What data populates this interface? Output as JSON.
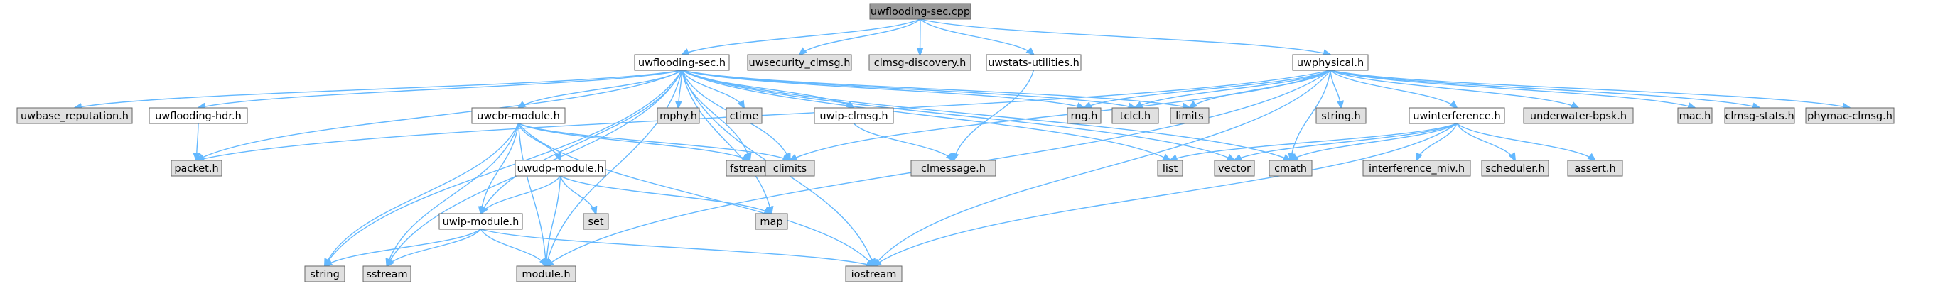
{
  "graph": {
    "colors": {
      "root_fill": "#999999",
      "documented_fill": "#ffffff",
      "external_fill": "#e0e0e0",
      "border": "#666666",
      "edge": "#63b8ff"
    },
    "nodes": [
      {
        "id": "root",
        "label": "uwflooding-sec.cpp",
        "kind": "root"
      },
      {
        "id": "sech",
        "label": "uwflooding-sec.h",
        "kind": "documented"
      },
      {
        "id": "uwsecurity",
        "label": "uwsecurity_clmsg.h",
        "kind": "external"
      },
      {
        "id": "clmsgdisc",
        "label": "clmsg-discovery.h",
        "kind": "external"
      },
      {
        "id": "uwstats",
        "label": "uwstats-utilities.h",
        "kind": "documented"
      },
      {
        "id": "uwphysical",
        "label": "uwphysical.h",
        "kind": "documented"
      },
      {
        "id": "uwbaserep",
        "label": "uwbase_reputation.h",
        "kind": "external"
      },
      {
        "id": "floodhdr",
        "label": "uwflooding-hdr.h",
        "kind": "documented"
      },
      {
        "id": "uwcbr",
        "label": "uwcbr-module.h",
        "kind": "documented"
      },
      {
        "id": "mphy",
        "label": "mphy.h",
        "kind": "external"
      },
      {
        "id": "ctime",
        "label": "ctime",
        "kind": "external"
      },
      {
        "id": "uwipclmsg",
        "label": "uwip-clmsg.h",
        "kind": "documented"
      },
      {
        "id": "rng",
        "label": "rng.h",
        "kind": "external"
      },
      {
        "id": "tclcl",
        "label": "tclcl.h",
        "kind": "external"
      },
      {
        "id": "limits",
        "label": "limits",
        "kind": "external"
      },
      {
        "id": "stringh",
        "label": "string.h",
        "kind": "external"
      },
      {
        "id": "uwinterf",
        "label": "uwinterference.h",
        "kind": "documented"
      },
      {
        "id": "uwbpsk",
        "label": "underwater-bpsk.h",
        "kind": "external"
      },
      {
        "id": "mach",
        "label": "mac.h",
        "kind": "external"
      },
      {
        "id": "clmsgstats",
        "label": "clmsg-stats.h",
        "kind": "external"
      },
      {
        "id": "phymac",
        "label": "phymac-clmsg.h",
        "kind": "external"
      },
      {
        "id": "packeth",
        "label": "packet.h",
        "kind": "external"
      },
      {
        "id": "uwudp",
        "label": "uwudp-module.h",
        "kind": "documented"
      },
      {
        "id": "fstream",
        "label": "fstream",
        "kind": "external"
      },
      {
        "id": "climits",
        "label": "climits",
        "kind": "external"
      },
      {
        "id": "clmessage",
        "label": "clmessage.h",
        "kind": "external"
      },
      {
        "id": "list",
        "label": "list",
        "kind": "external"
      },
      {
        "id": "vector",
        "label": "vector",
        "kind": "external"
      },
      {
        "id": "cmath",
        "label": "cmath",
        "kind": "external"
      },
      {
        "id": "interfmiv",
        "label": "interference_miv.h",
        "kind": "external"
      },
      {
        "id": "scheduler",
        "label": "scheduler.h",
        "kind": "external"
      },
      {
        "id": "asserth",
        "label": "assert.h",
        "kind": "external"
      },
      {
        "id": "set",
        "label": "set",
        "kind": "external"
      },
      {
        "id": "map",
        "label": "map",
        "kind": "external"
      },
      {
        "id": "uwipmod",
        "label": "uwip-module.h",
        "kind": "documented"
      },
      {
        "id": "string",
        "label": "string",
        "kind": "external"
      },
      {
        "id": "sstream",
        "label": "sstream",
        "kind": "external"
      },
      {
        "id": "moduleh",
        "label": "module.h",
        "kind": "external"
      },
      {
        "id": "iostream",
        "label": "iostream",
        "kind": "external"
      }
    ],
    "edges": [
      [
        "root",
        "sech"
      ],
      [
        "root",
        "uwsecurity"
      ],
      [
        "root",
        "clmsgdisc"
      ],
      [
        "root",
        "uwstats"
      ],
      [
        "root",
        "uwphysical"
      ],
      [
        "sech",
        "uwbaserep"
      ],
      [
        "sech",
        "floodhdr"
      ],
      [
        "sech",
        "uwcbr"
      ],
      [
        "sech",
        "mphy"
      ],
      [
        "sech",
        "ctime"
      ],
      [
        "sech",
        "uwipclmsg"
      ],
      [
        "sech",
        "rng"
      ],
      [
        "sech",
        "tclcl"
      ],
      [
        "sech",
        "limits"
      ],
      [
        "sech",
        "packeth"
      ],
      [
        "sech",
        "string"
      ],
      [
        "sech",
        "sstream"
      ],
      [
        "sech",
        "moduleh"
      ],
      [
        "sech",
        "uwipmod"
      ],
      [
        "sech",
        "climits"
      ],
      [
        "sech",
        "map"
      ],
      [
        "sech",
        "iostream"
      ],
      [
        "sech",
        "list"
      ],
      [
        "sech",
        "vector"
      ],
      [
        "sech",
        "cmath"
      ],
      [
        "sech",
        "fstream"
      ],
      [
        "floodhdr",
        "packeth"
      ],
      [
        "uwcbr",
        "uwudp"
      ],
      [
        "uwcbr",
        "uwipmod"
      ],
      [
        "uwcbr",
        "moduleh"
      ],
      [
        "uwcbr",
        "string"
      ],
      [
        "uwcbr",
        "sstream"
      ],
      [
        "uwcbr",
        "fstream"
      ],
      [
        "uwcbr",
        "climits"
      ],
      [
        "uwcbr",
        "iostream"
      ],
      [
        "uwudp",
        "uwipmod"
      ],
      [
        "uwudp",
        "set"
      ],
      [
        "uwudp",
        "map"
      ],
      [
        "uwudp",
        "moduleh"
      ],
      [
        "uwipmod",
        "string"
      ],
      [
        "uwipmod",
        "sstream"
      ],
      [
        "uwipmod",
        "moduleh"
      ],
      [
        "uwipmod",
        "iostream"
      ],
      [
        "uwipclmsg",
        "clmessage"
      ],
      [
        "uwstats",
        "clmessage"
      ],
      [
        "uwphysical",
        "packeth"
      ],
      [
        "uwphysical",
        "rng"
      ],
      [
        "uwphysical",
        "tclcl"
      ],
      [
        "uwphysical",
        "limits"
      ],
      [
        "uwphysical",
        "stringh"
      ],
      [
        "uwphysical",
        "uwinterf"
      ],
      [
        "uwphysical",
        "uwbpsk"
      ],
      [
        "uwphysical",
        "mach"
      ],
      [
        "uwphysical",
        "clmsgstats"
      ],
      [
        "uwphysical",
        "phymac"
      ],
      [
        "uwphysical",
        "climits"
      ],
      [
        "uwphysical",
        "moduleh"
      ],
      [
        "uwphysical",
        "iostream"
      ],
      [
        "uwphysical",
        "cmath"
      ],
      [
        "uwinterf",
        "list"
      ],
      [
        "uwinterf",
        "vector"
      ],
      [
        "uwinterf",
        "cmath"
      ],
      [
        "uwinterf",
        "interfmiv"
      ],
      [
        "uwinterf",
        "scheduler"
      ],
      [
        "uwinterf",
        "asserth"
      ],
      [
        "uwinterf",
        "iostream"
      ]
    ]
  }
}
